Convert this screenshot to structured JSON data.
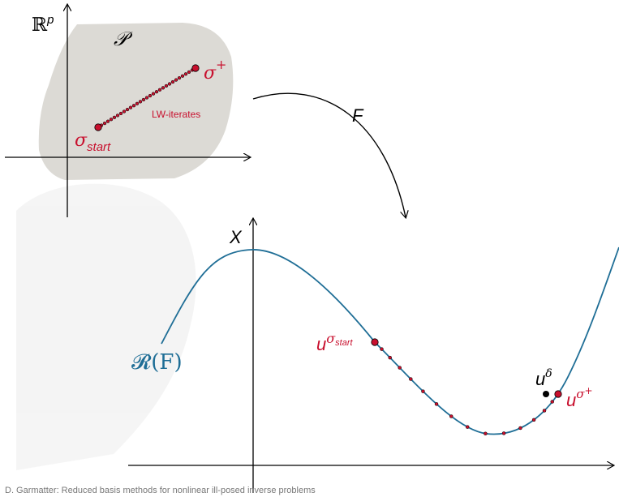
{
  "labels": {
    "top_space": "ℝ",
    "top_space_sup": "p",
    "param_set": "𝒫",
    "sigma_plus": "σ",
    "sigma_plus_sup": "+",
    "sigma_start": "σ",
    "sigma_start_sub": "start",
    "iterates": "LW-iterates",
    "map": "F",
    "bottom_space": "X",
    "range": "𝓡(F)",
    "u_start_base": "u",
    "u_start_sup": "σ",
    "u_start_sup_sub": "start",
    "u_delta_base": "u",
    "u_delta_sup": "δ",
    "u_plus_base": "u",
    "u_plus_sup": "σ",
    "u_plus_sup_sup": "+"
  },
  "footer": "D. Garmatter: Reduced basis methods for nonlinear ill-posed inverse problems",
  "colors": {
    "accent_red": "#c8102e",
    "curve_blue": "#1f6e96",
    "region_gray": "#dcdad5",
    "axis": "#000000"
  }
}
